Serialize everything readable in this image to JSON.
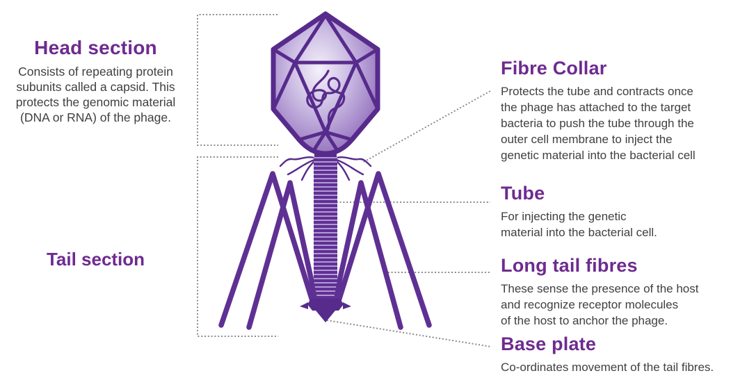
{
  "colors": {
    "heading_purple": "#6e2b8f",
    "body_text": "#3f3f3f",
    "phage_dark_purple": "#572b8c",
    "phage_mid_purple": "#5f3094",
    "phage_stripe_light": "#b79fd6",
    "leader_dotted_gray": "#8a8a8a",
    "background": "#ffffff"
  },
  "illustration": {
    "name": "bacteriophage"
  },
  "left": {
    "head": {
      "title": "Head section",
      "lines": [
        "Consists of repeating protein",
        "subunits called a capsid. This",
        "protects the genomic material",
        "(DNA or RNA) of the phage."
      ]
    },
    "tail": {
      "title": "Tail section"
    }
  },
  "right": {
    "fibre_collar": {
      "title": "Fibre Collar",
      "lines": [
        "Protects the tube and contracts once",
        "the phage has attached to the target",
        "bacteria to push the tube through the",
        "outer cell membrane to inject the",
        "genetic material into the bacterial cell"
      ]
    },
    "tube": {
      "title": "Tube",
      "lines": [
        "For injecting the genetic",
        "material into the bacterial cell."
      ]
    },
    "long_tail_fibres": {
      "title": "Long tail fibres",
      "lines": [
        "These sense the presence of the host",
        "and recognize receptor molecules",
        "of the host to anchor the phage."
      ]
    },
    "base_plate": {
      "title": "Base plate",
      "lines": [
        "Co-ordinates movement of the tail fibres."
      ]
    }
  }
}
